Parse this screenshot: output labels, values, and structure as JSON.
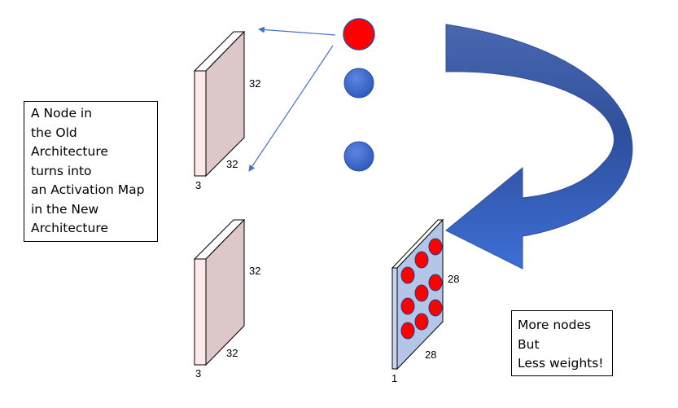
{
  "left_textbox": {
    "lines": [
      "A Node in",
      "the Old",
      "Architecture",
      "turns into",
      "an Activation Map",
      "in the New",
      "Architecture"
    ]
  },
  "right_textbox": {
    "lines": [
      "More nodes",
      "But",
      "Less weights!"
    ]
  },
  "top_block": {
    "height_label": "32",
    "width_label": "32",
    "depth_label": "3"
  },
  "bottom_block": {
    "height_label": "32",
    "width_label": "32",
    "depth_label": "3"
  },
  "activation_map": {
    "height_label": "28",
    "width_label": "28",
    "depth_label": "1"
  },
  "colors": {
    "block_front": "#fde9e9",
    "block_side": "#dcc8c8",
    "map_face": "#b4c6e7",
    "node_red": "#ff0000",
    "node_blue": "#3a66c8",
    "arrow_blue": "#3a60b8",
    "connector": "#4a72c4"
  }
}
